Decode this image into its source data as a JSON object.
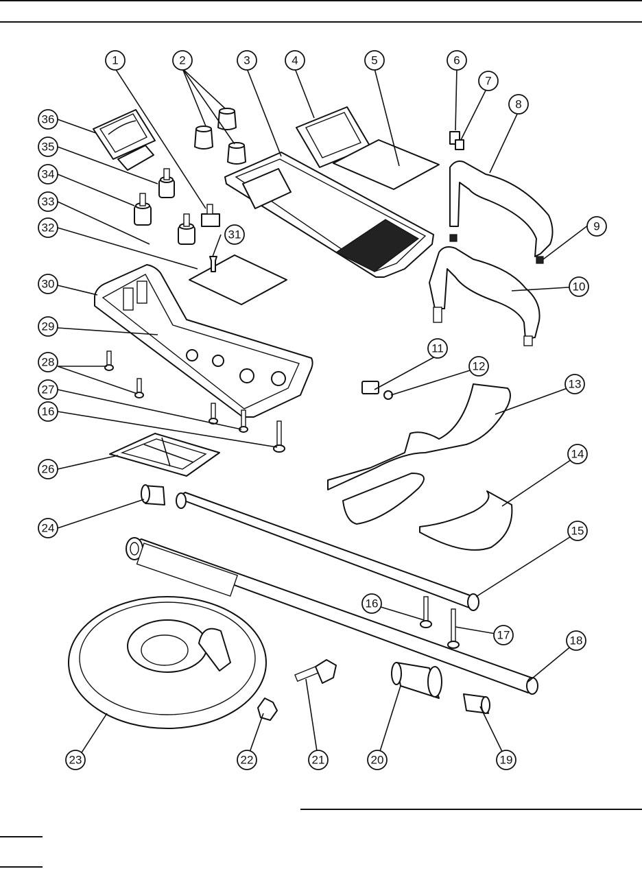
{
  "callouts": [
    {
      "id": "1",
      "label": "1"
    },
    {
      "id": "2",
      "label": "2"
    },
    {
      "id": "3",
      "label": "3"
    },
    {
      "id": "4",
      "label": "4"
    },
    {
      "id": "5",
      "label": "5"
    },
    {
      "id": "6",
      "label": "6"
    },
    {
      "id": "7",
      "label": "7"
    },
    {
      "id": "8",
      "label": "8"
    },
    {
      "id": "9",
      "label": "9"
    },
    {
      "id": "10",
      "label": "10"
    },
    {
      "id": "11",
      "label": "11"
    },
    {
      "id": "12",
      "label": "12"
    },
    {
      "id": "13",
      "label": "13"
    },
    {
      "id": "14",
      "label": "14"
    },
    {
      "id": "15",
      "label": "15"
    },
    {
      "id": "16a",
      "label": "16"
    },
    {
      "id": "16b",
      "label": "16"
    },
    {
      "id": "17",
      "label": "17"
    },
    {
      "id": "18",
      "label": "18"
    },
    {
      "id": "19",
      "label": "19"
    },
    {
      "id": "20",
      "label": "20"
    },
    {
      "id": "21",
      "label": "21"
    },
    {
      "id": "22",
      "label": "22"
    },
    {
      "id": "23",
      "label": "23"
    },
    {
      "id": "24",
      "label": "24"
    },
    {
      "id": "26",
      "label": "26"
    },
    {
      "id": "27",
      "label": "27"
    },
    {
      "id": "28",
      "label": "28"
    },
    {
      "id": "29",
      "label": "29"
    },
    {
      "id": "30",
      "label": "30"
    },
    {
      "id": "31",
      "label": "31"
    },
    {
      "id": "32",
      "label": "32"
    },
    {
      "id": "33",
      "label": "33"
    },
    {
      "id": "34",
      "label": "34"
    },
    {
      "id": "35",
      "label": "35"
    },
    {
      "id": "36",
      "label": "36"
    }
  ]
}
